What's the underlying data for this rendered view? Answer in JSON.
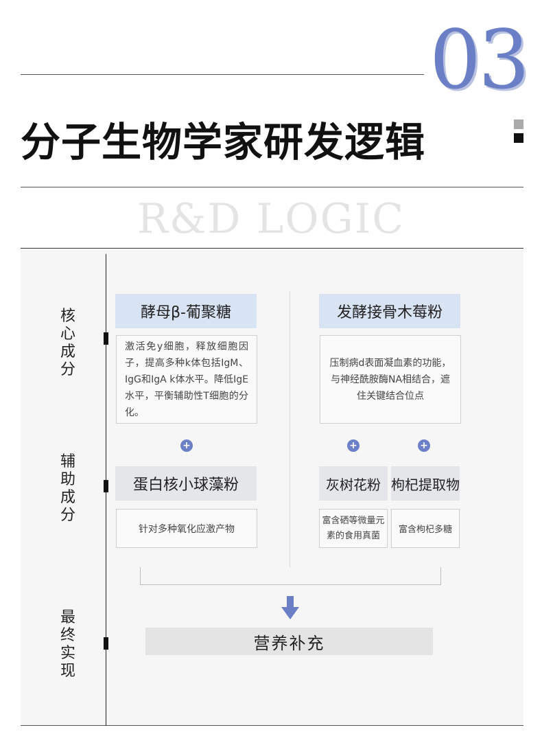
{
  "header": {
    "number": "03",
    "title": "分子生物学家研发逻辑",
    "subtitle": "R&D LOGIC"
  },
  "side_labels": {
    "core": "核心成分",
    "auxiliary": "辅助成分",
    "final": "最终实现"
  },
  "left_column": {
    "core_title": "酵母β-葡聚糖",
    "core_desc": "激活免y细胞，释放细胞因子，提高多种k体包括IgM、IgG和IgA k体水平。降低IgE水平，平衡辅助性T细胞的分化。",
    "aux_title": "蛋白核小球藻粉",
    "aux_desc": "针对多种氧化应激产物"
  },
  "right_column": {
    "core_title": "发酵接骨木莓粉",
    "core_desc": "压制病d表面凝血素的功能，与神经酰胺酶NA相结合，遮住关键结合位点",
    "aux1_title": "灰树花粉",
    "aux1_desc": "富含硒等微量元素的食用真菌",
    "aux2_title": "枸杞提取物",
    "aux2_desc": "富含枸杞多糖"
  },
  "result": "营养补充",
  "icons": {
    "plus": "plus-circle-icon",
    "arrow": "arrow-down-icon"
  },
  "colors": {
    "accent": "#6a7fc6",
    "header_blue": "#d8e3f4",
    "header_grey": "#e4e6ea"
  }
}
